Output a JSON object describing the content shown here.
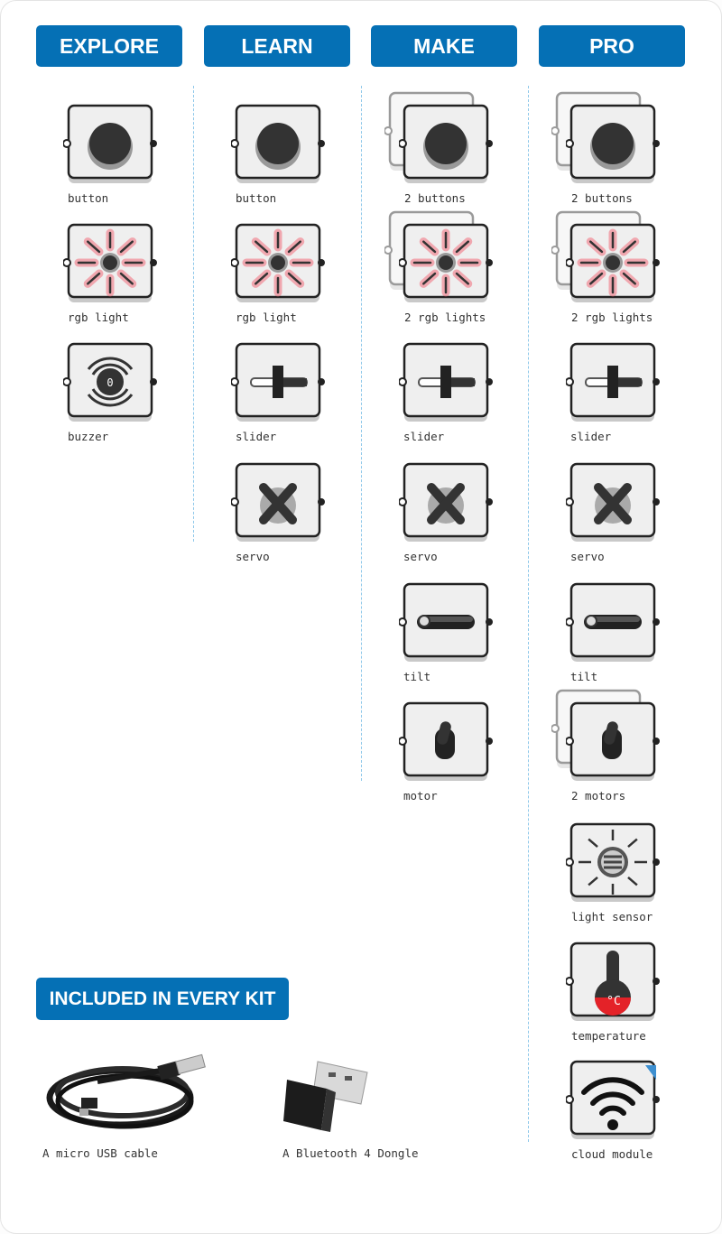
{
  "colors": {
    "accent": "#0570b5",
    "divider": "#8ec8ea",
    "led_glow": "#f06b7a",
    "temp_red": "#e42228",
    "cloud_corner": "#3d8fd0"
  },
  "columns": [
    {
      "title": "EXPLORE",
      "items": [
        {
          "label": "button",
          "icon": "button-icon",
          "stacked": false
        },
        {
          "label": "rgb light",
          "icon": "rgb-light-icon",
          "stacked": false
        },
        {
          "label": "buzzer",
          "icon": "buzzer-icon",
          "stacked": false
        }
      ]
    },
    {
      "title": "LEARN",
      "items": [
        {
          "label": "button",
          "icon": "button-icon",
          "stacked": false
        },
        {
          "label": "rgb light",
          "icon": "rgb-light-icon",
          "stacked": false
        },
        {
          "label": "slider",
          "icon": "slider-icon",
          "stacked": false
        },
        {
          "label": "servo",
          "icon": "servo-icon",
          "stacked": false
        }
      ]
    },
    {
      "title": "MAKE",
      "items": [
        {
          "label": "2 buttons",
          "icon": "button-icon",
          "stacked": true
        },
        {
          "label": "2 rgb lights",
          "icon": "rgb-light-icon",
          "stacked": true
        },
        {
          "label": "slider",
          "icon": "slider-icon",
          "stacked": false
        },
        {
          "label": "servo",
          "icon": "servo-icon",
          "stacked": false
        },
        {
          "label": "tilt",
          "icon": "tilt-icon",
          "stacked": false
        },
        {
          "label": "motor",
          "icon": "motor-icon",
          "stacked": false
        }
      ]
    },
    {
      "title": "PRO",
      "items": [
        {
          "label": "2 buttons",
          "icon": "button-icon",
          "stacked": true
        },
        {
          "label": "2 rgb lights",
          "icon": "rgb-light-icon",
          "stacked": true
        },
        {
          "label": "slider",
          "icon": "slider-icon",
          "stacked": false
        },
        {
          "label": "servo",
          "icon": "servo-icon",
          "stacked": false
        },
        {
          "label": "tilt",
          "icon": "tilt-icon",
          "stacked": false
        },
        {
          "label": "2 motors",
          "icon": "motor-icon",
          "stacked": true
        },
        {
          "label": "light sensor",
          "icon": "light-sensor-icon",
          "stacked": false
        },
        {
          "label": "temperature",
          "icon": "temperature-icon",
          "stacked": false
        },
        {
          "label": "cloud module",
          "icon": "wifi-icon",
          "stacked": false
        }
      ]
    }
  ],
  "kit": {
    "title": "INCLUDED IN EVERY KIT",
    "items": [
      {
        "label": "A micro USB cable",
        "icon": "usb-cable-icon"
      },
      {
        "label": "A Bluetooth 4 Dongle",
        "icon": "bluetooth-dongle-icon"
      }
    ],
    "temp_unit": "°C",
    "buzzer_mark": "0"
  }
}
